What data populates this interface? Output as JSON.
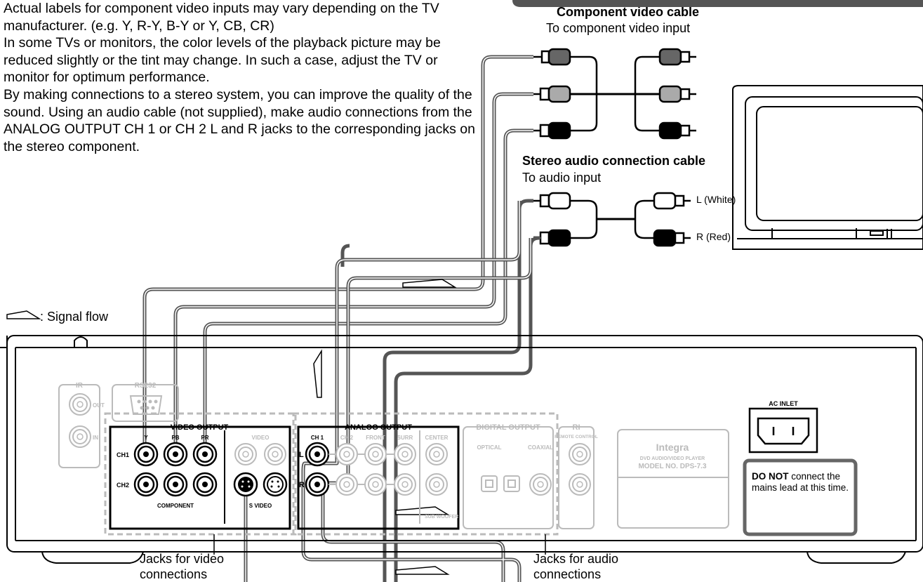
{
  "notes": [
    "Actual labels for component video inputs may vary depending on the TV manufacturer. (e.g. Y, R-Y, B-Y or Y, CB, CR)",
    "In some TVs or monitors, the color levels of the playback picture may be reduced slightly or the tint may change. In such a case, adjust the TV or monitor for optimum performance.",
    "By making connections to a stereo system, you can improve the quality of the sound. Using an audio cable (not supplied), make audio connections from the ANALOG OUTPUT CH 1 or CH 2 L and R jacks to the corresponding jacks on the stereo component."
  ],
  "cables": {
    "component_title": "Component video cable",
    "component_sub": "To component video input",
    "audio_title": "Stereo audio connection cable",
    "audio_sub": "To audio input",
    "left_label": "L (White)",
    "right_label": "R (Red)"
  },
  "legend": {
    "signal_flow": ": Signal flow"
  },
  "panel": {
    "ir": "IR",
    "rs232": "RS232",
    "out": "OUT",
    "in": "IN",
    "video_output": "VIDEO OUTPUT",
    "ch1": "CH1",
    "ch2": "CH2",
    "y": "Y",
    "pb": "PB",
    "pr": "PR",
    "video": "VIDEO",
    "component": "COMPONENT",
    "s_video": "S VIDEO",
    "analog_output": "ANALOG OUTPUT",
    "ch_1": "CH 1",
    "ch_2": "CH 2",
    "front": "FRONT",
    "surr": "SURR",
    "center": "CENTER",
    "sub_woofer": "SUB WOOFER",
    "l": "L",
    "r": "R",
    "digital_output": "DIGITAL OUTPUT",
    "optical": "OPTICAL",
    "coaxial": "COAXIAL",
    "ri": "RI",
    "remote_control": "REMOTE CONTROL",
    "brand": "Integra",
    "product_line": "DVD AUDIO/VIDEO PLAYER",
    "model": "MODEL NO. DPS-7.3",
    "ac_inlet": "AC INLET",
    "warning_bold": "DO NOT",
    "warning_text": " connect the mains lead at this time."
  },
  "captions": {
    "video_jacks_1": "Jacks for video",
    "video_jacks_2": "connections",
    "audio_jacks_1": "Jacks for audio",
    "audio_jacks_2": "connections"
  }
}
